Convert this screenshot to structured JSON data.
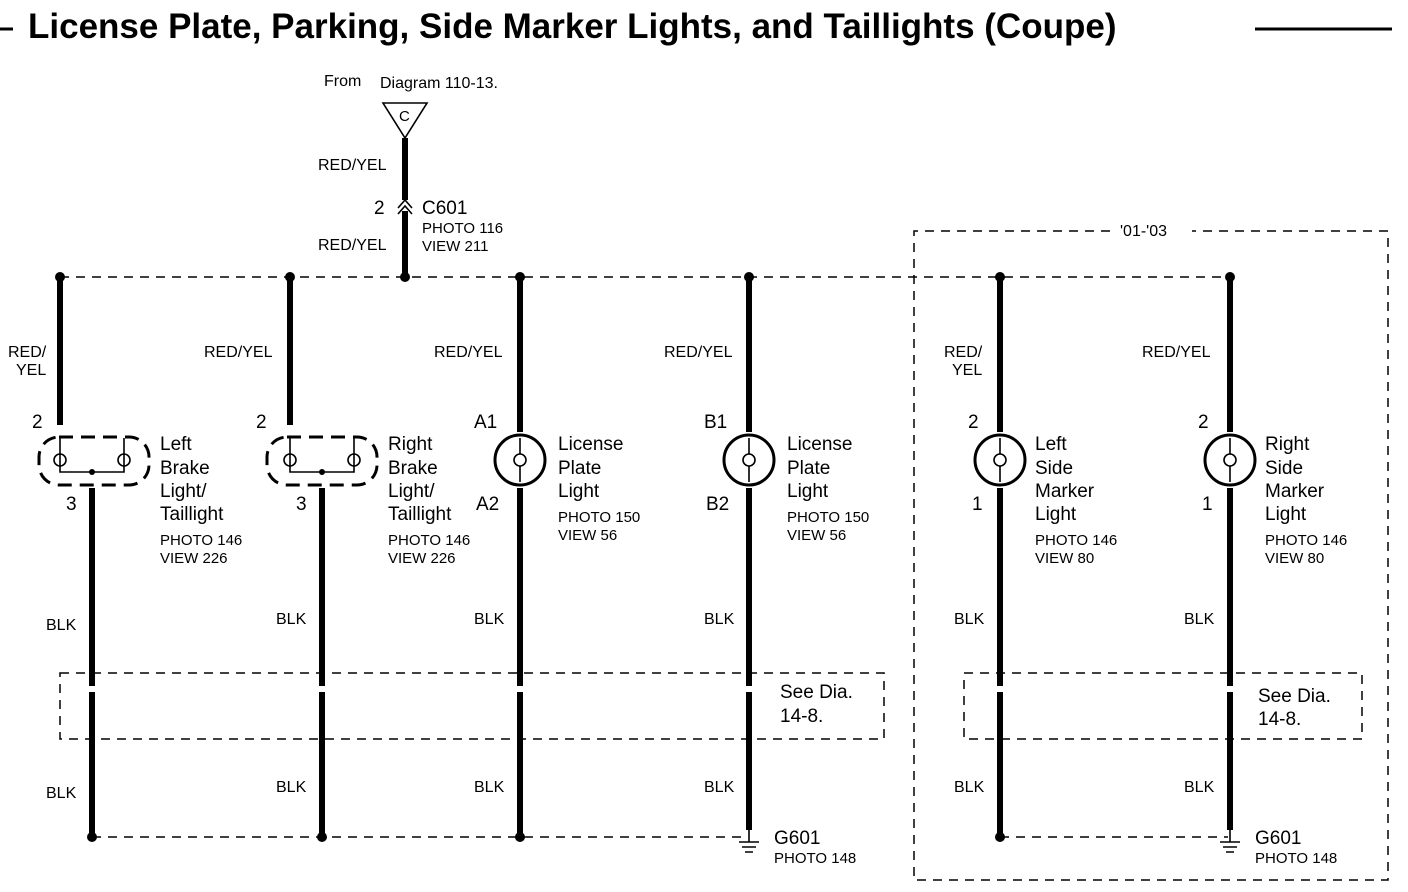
{
  "title": "License Plate, Parking, Side Marker Lights, and Taillights (Coupe)",
  "source": {
    "from": "From",
    "diagram_ref": "Diagram 110-13.",
    "connector_letter": "C"
  },
  "connector_c601": {
    "pin": "2",
    "name": "C601",
    "photo": "PHOTO 116",
    "view": "VIEW 211",
    "wire_above": "RED/YEL",
    "wire_below": "RED/YEL"
  },
  "option_box_label": "'01-'03",
  "components": [
    {
      "id": "left-brake-taillight",
      "wire_top": [
        "RED/",
        "YEL"
      ],
      "pin_top": "2",
      "pin_bottom": "3",
      "name": [
        "Left",
        "Brake",
        "Light/",
        "Taillight"
      ],
      "photo": "PHOTO 146",
      "view": "VIEW 226",
      "wire_bottom": "BLK",
      "wire_ground": "BLK"
    },
    {
      "id": "right-brake-taillight",
      "wire_top": [
        "RED/YEL"
      ],
      "pin_top": "2",
      "pin_bottom": "3",
      "name": [
        "Right",
        "Brake",
        "Light/",
        "Taillight"
      ],
      "photo": "PHOTO 146",
      "view": "VIEW 226",
      "wire_bottom": "BLK",
      "wire_ground": "BLK"
    },
    {
      "id": "license-plate-light-a",
      "wire_top": [
        "RED/YEL"
      ],
      "pin_top": "A1",
      "pin_bottom": "A2",
      "name": [
        "License",
        "Plate",
        "Light"
      ],
      "photo": "PHOTO 150",
      "view": "VIEW 56",
      "wire_bottom": "BLK",
      "wire_ground": "BLK"
    },
    {
      "id": "license-plate-light-b",
      "wire_top": [
        "RED/YEL"
      ],
      "pin_top": "B1",
      "pin_bottom": "B2",
      "name": [
        "License",
        "Plate",
        "Light"
      ],
      "photo": "PHOTO 150",
      "view": "VIEW 56",
      "wire_bottom": "BLK",
      "wire_ground": "BLK"
    },
    {
      "id": "left-side-marker-light",
      "wire_top": [
        "RED/",
        "YEL"
      ],
      "pin_top": "2",
      "pin_bottom": "1",
      "name": [
        "Left",
        "Side",
        "Marker",
        "Light"
      ],
      "photo": "PHOTO 146",
      "view": "VIEW 80",
      "wire_bottom": "BLK",
      "wire_ground": "BLK"
    },
    {
      "id": "right-side-marker-light",
      "wire_top": [
        "RED/YEL"
      ],
      "pin_top": "2",
      "pin_bottom": "1",
      "name": [
        "Right",
        "Side",
        "Marker",
        "Light"
      ],
      "photo": "PHOTO 146",
      "view": "VIEW 80",
      "wire_bottom": "BLK",
      "wire_ground": "BLK"
    }
  ],
  "see_diagram": [
    "See Dia.",
    "14-8."
  ],
  "grounds": [
    {
      "name": "G601",
      "photo": "PHOTO 148"
    },
    {
      "name": "G601",
      "photo": "PHOTO 148"
    }
  ]
}
